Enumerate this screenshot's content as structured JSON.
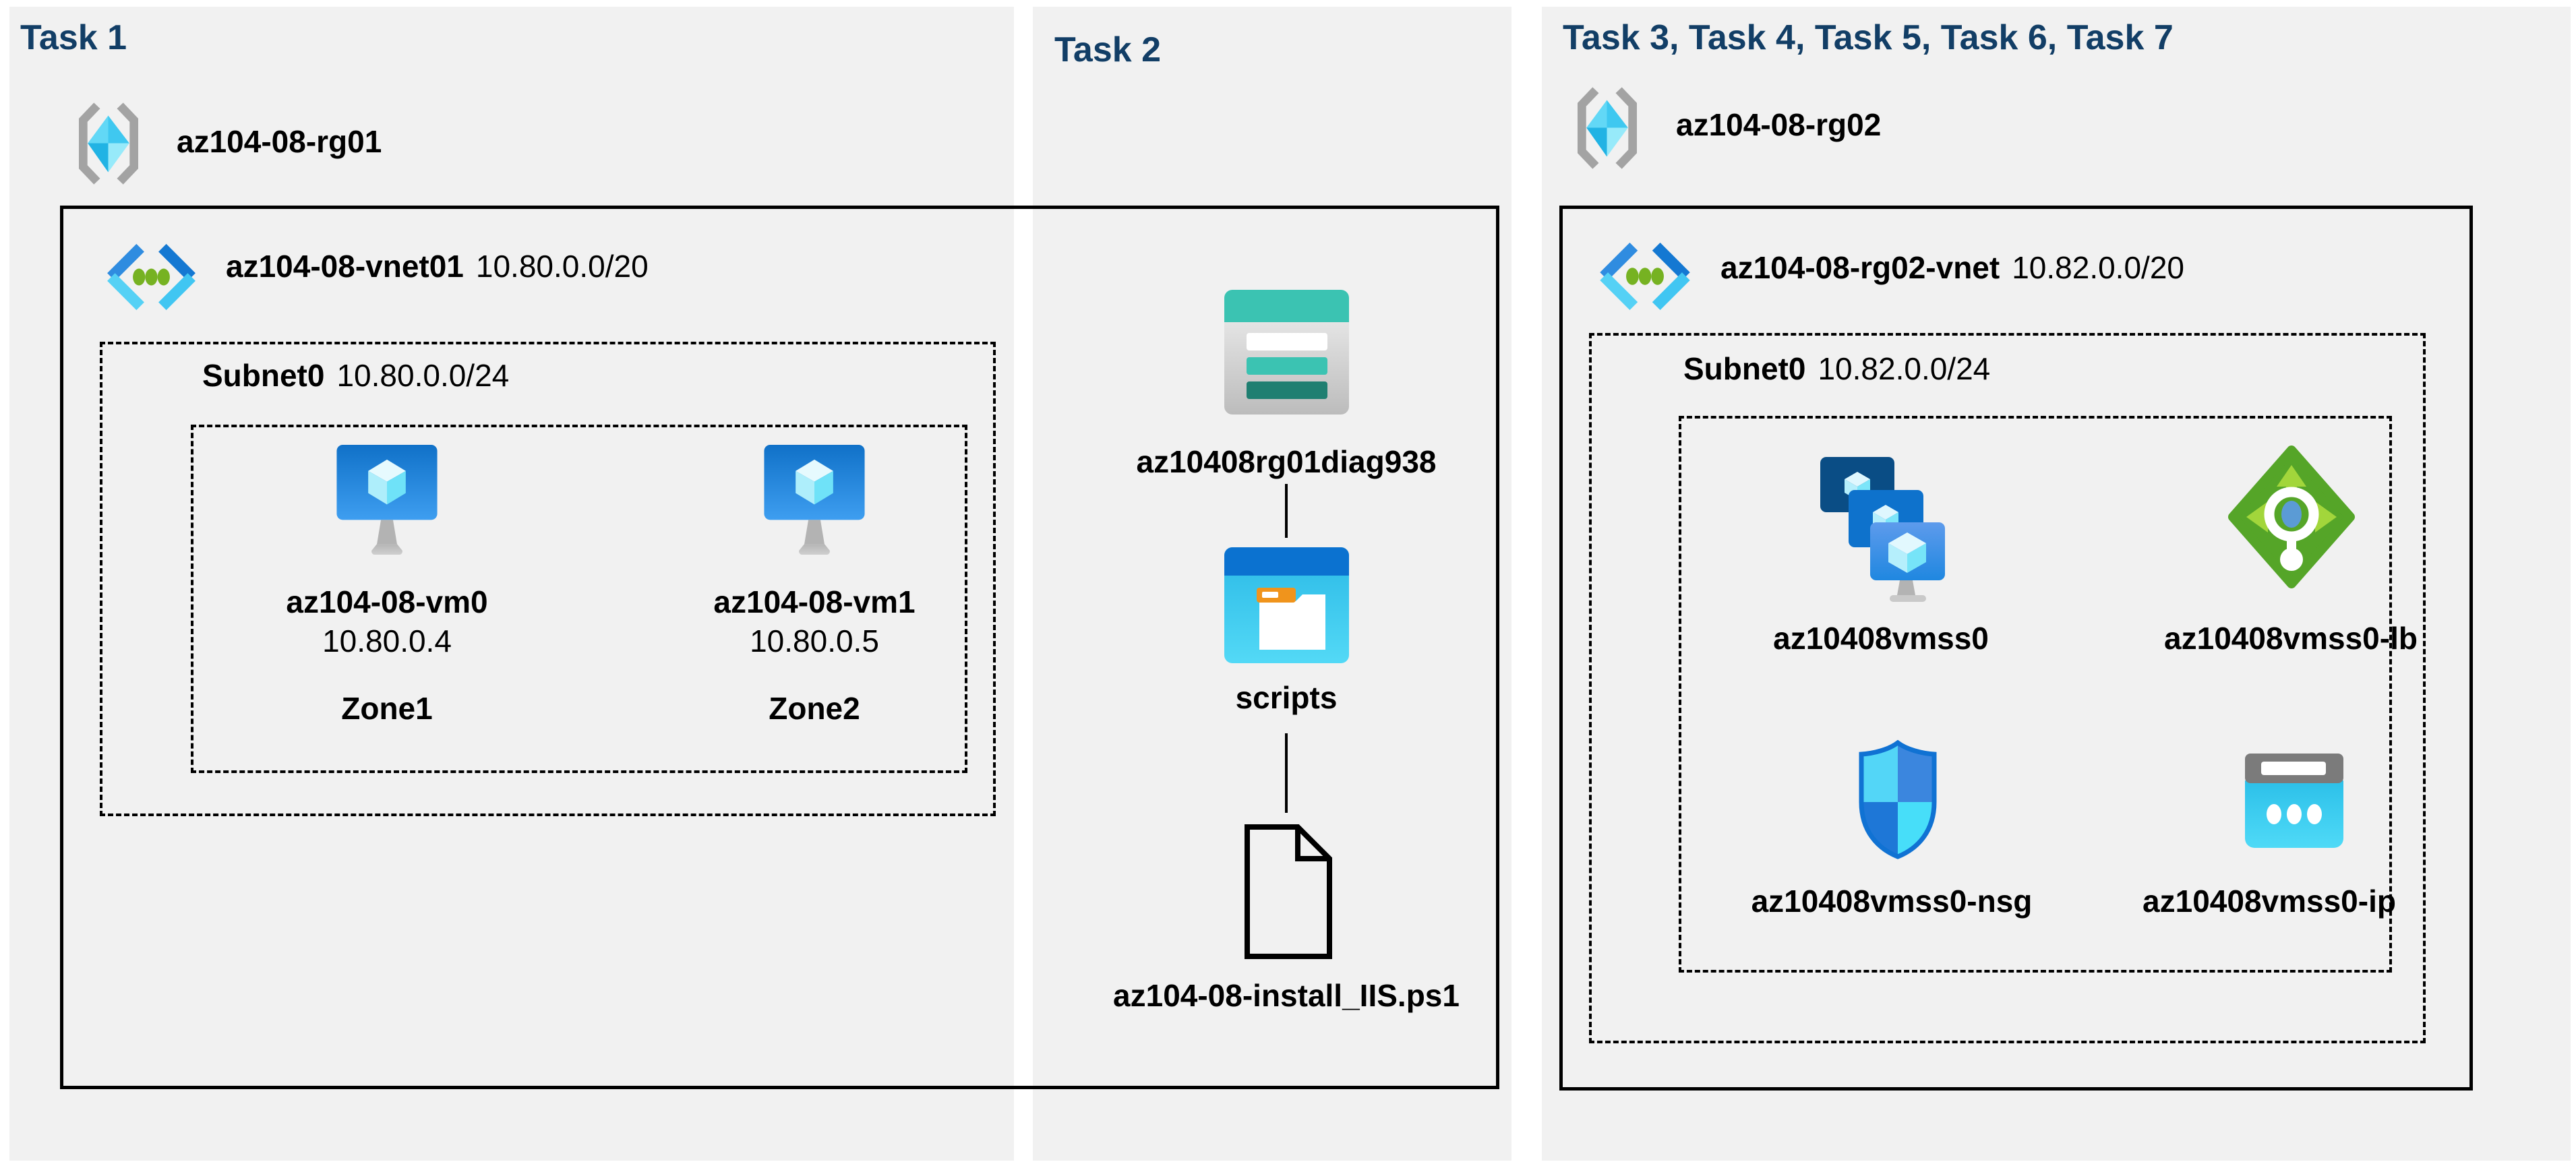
{
  "colors": {
    "page_background": "#ffffff",
    "panel_background": "#f1f1f1",
    "title_navy": "#123e66",
    "text_black": "#000000",
    "border_black": "#000000",
    "azure_blue": "#0e72cc",
    "azure_cyan": "#41c6f2",
    "vnet_dot_green": "#76b222",
    "storage_teal": "#3bc3b2",
    "storage_teal_dark": "#1f7f71",
    "container_header_blue": "#0b72d0",
    "folder_tab_orange": "#f0941c",
    "lb_green": "#55a528",
    "lb_arrow_lime": "#a2d63b",
    "lb_center_blue": "#5b9bd5",
    "nsg_outline_blue": "#1072d3",
    "ip_bar_gray": "#7b7b7b"
  },
  "task1": {
    "title": "Task 1",
    "resource_group": "az104-08-rg01",
    "vnet": {
      "name": "az104-08-vnet01",
      "cidr": "10.80.0.0/20"
    },
    "subnet": {
      "name": "Subnet0",
      "cidr": "10.80.0.0/24"
    },
    "vms": [
      {
        "name": "az104-08-vm0",
        "ip": "10.80.0.4",
        "zone": "Zone1"
      },
      {
        "name": "az104-08-vm1",
        "ip": "10.80.0.5",
        "zone": "Zone2"
      }
    ]
  },
  "task2": {
    "title": "Task 2",
    "storage_account": "az10408rg01diag938",
    "container": "scripts",
    "script_file": "az104-08-install_IIS.ps1"
  },
  "task3": {
    "title": "Task 3, Task 4, Task 5, Task 6, Task 7",
    "resource_group": "az104-08-rg02",
    "vnet": {
      "name": "az104-08-rg02-vnet",
      "cidr": "10.82.0.0/20"
    },
    "subnet": {
      "name": "Subnet0",
      "cidr": "10.82.0.0/24"
    },
    "vmss": "az10408vmss0",
    "load_balancer": "az10408vmss0-lb",
    "nsg": "az10408vmss0-nsg",
    "public_ip": "az10408vmss0-ip"
  },
  "icons": {
    "resource_group": "resource-group-icon",
    "virtual_network": "virtual-network-icon",
    "virtual_machine": "virtual-machine-icon",
    "storage_account": "storage-account-icon",
    "blob_container": "blob-container-icon",
    "script_file": "file-icon",
    "vm_scale_set": "vm-scale-set-icon",
    "load_balancer": "load-balancer-icon",
    "network_security_group": "nsg-shield-icon",
    "public_ip": "public-ip-icon"
  }
}
